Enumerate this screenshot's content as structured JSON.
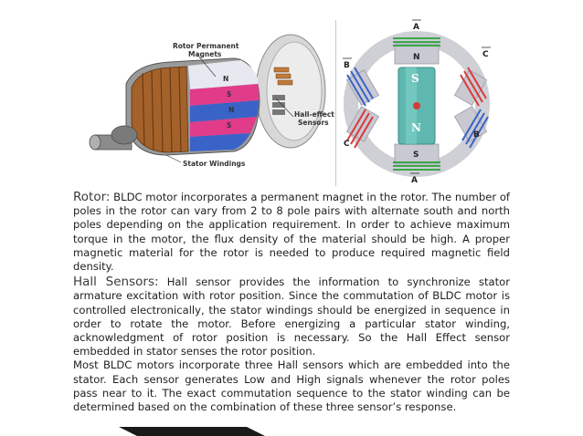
{
  "figure_left": {
    "labels": {
      "magnets": "Rotor Permanent Magnets",
      "hall": "Hall-effect Sensors",
      "windings": "Stator Windings"
    },
    "pole_letters": [
      "N",
      "S",
      "N",
      "S"
    ]
  },
  "figure_right": {
    "phases": {
      "a_top": "A",
      "b_bar": "B",
      "c_top": "C",
      "c_left": "C",
      "b_right": "B",
      "a_bottom": "A"
    },
    "stator_poles": [
      "N",
      "S"
    ],
    "rotor_poles": [
      "S",
      "N"
    ]
  },
  "text": {
    "rotor_heading": "Rotor:",
    "rotor_body": " BLDC motor incorporates a permanent magnet in the rotor. The number of poles in the rotor can vary from 2 to 8 pole pairs with alternate south and north poles depending on the application requirement. In order to achieve maximum torque in the motor, the flux density of the material should be high. A proper magnetic material for the rotor is needed to produce required magnetic field density.",
    "hall_heading": "Hall Sensors:",
    "hall_body": " Hall sensor provides the information to synchronize stator armature excitation with rotor position. Since the commutation of BLDC motor is controlled electronically, the stator windings should be energized in sequence in order to rotate the motor. Before energizing a particular stator winding, acknowledgment of rotor position is necessary. So the Hall Effect sensor embedded in stator senses the rotor position.",
    "extra_body": "Most BLDC motors incorporate three Hall sensors which are embedded into the stator. Each sensor generates Low and High signals whenever the rotor poles pass near to it. The exact commutation sequence to the stator winding can be determined based on the combination of these three sensor’s response."
  }
}
